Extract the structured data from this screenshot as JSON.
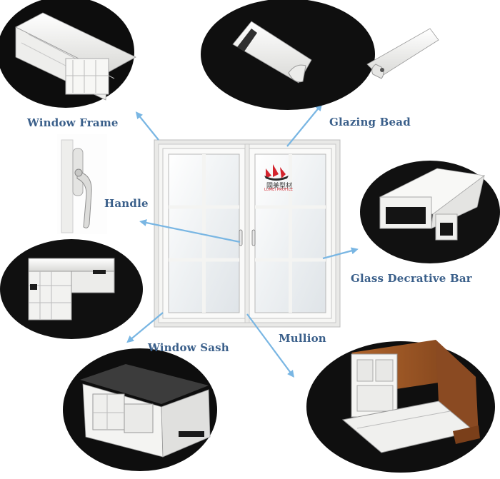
{
  "labels": {
    "window_frame": "Window Frame",
    "glazing_bead": "Glazing Bead",
    "handle": "Handle",
    "glass_decorative_bar": "Glass Decrative Bar",
    "window_sash": "Window Sash",
    "mullion": "Mullion"
  },
  "brand": {
    "name_cn": "國美型材",
    "name_en": "LUMEI PROFILE"
  },
  "colors": {
    "label_text": "#3a5f8a",
    "arrow": "#79b6e3",
    "frame_white": "#f4f4f2",
    "brand_red": "#d3242e",
    "wood_laminate": "#8a4a22"
  }
}
